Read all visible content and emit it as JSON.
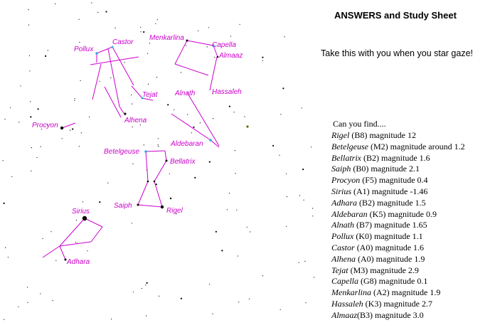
{
  "sheet": {
    "title": "ANSWERS and Study Sheet",
    "subtitle": "Take this with you when you star gaze!",
    "find_heading": "Can you find...."
  },
  "colors": {
    "label": "#cc00cc",
    "line": "#cc00cc",
    "highlight_star": "#33aadd",
    "star": "#000000",
    "background": "#ffffff"
  },
  "sky_labels": [
    "Pollux",
    "Castor",
    "Menkarlina",
    "Capella",
    "Almaaz",
    "Tejat",
    "Alnath",
    "Hassaleh",
    "Alhena",
    "Procyon",
    "Aldebaran",
    "Betelgeuse",
    "Bellatrix",
    "Saiph",
    "Rigel",
    "Sirius",
    "Adhara"
  ],
  "stars": [
    {
      "name": "Rigel",
      "cls": "(B8)",
      "mag": "magnitude 12"
    },
    {
      "name": "Betelgeuse",
      "cls": "(M2)",
      "mag": "magnitude around 1.2"
    },
    {
      "name": "Bellatrix",
      "cls": "(B2)",
      "mag": "magnitude 1.6"
    },
    {
      "name": "Saiph",
      "cls": "(B0)",
      "mag": "magnitude 2.1"
    },
    {
      "name": "Procyon",
      "cls": "(F5)",
      "mag": "magnitude 0.4"
    },
    {
      "name": "Sirius",
      "cls": "(A1)",
      "mag": "magnitude -1.46"
    },
    {
      "name": "Adhara",
      "cls": "(B2)",
      "mag": "magnitude 1.5"
    },
    {
      "name": "Aldebaran",
      "cls": "(K5)",
      "mag": "magnitude 0.9"
    },
    {
      "name": "Alnath",
      "cls": "(B7)",
      "mag": "magnitude 1.65"
    },
    {
      "name": "Pollux",
      "cls": "(K0)",
      "mag": "magnitude 1.1"
    },
    {
      "name": "Castor",
      "cls": "(A0)",
      "mag": "magnitude 1.6"
    },
    {
      "name": "Alhena",
      "cls": "(A0)",
      "mag": "magnitude 1.9"
    },
    {
      "name": "Tejat",
      "cls": "(M3)",
      "mag": "magnitude 2.9"
    },
    {
      "name": "Capella",
      "cls": "(G8)",
      "mag": "magnitude 0.1"
    },
    {
      "name": "Menkarlina",
      "cls": "(A2)",
      "mag": "magnitude 1.9"
    },
    {
      "name": "Hassaleh",
      "cls": "(K3)",
      "mag": "magnitude 2.7"
    },
    {
      "name": "Almaaz",
      "cls": "(B3)",
      "mag": "magnitude 3.0"
    }
  ]
}
